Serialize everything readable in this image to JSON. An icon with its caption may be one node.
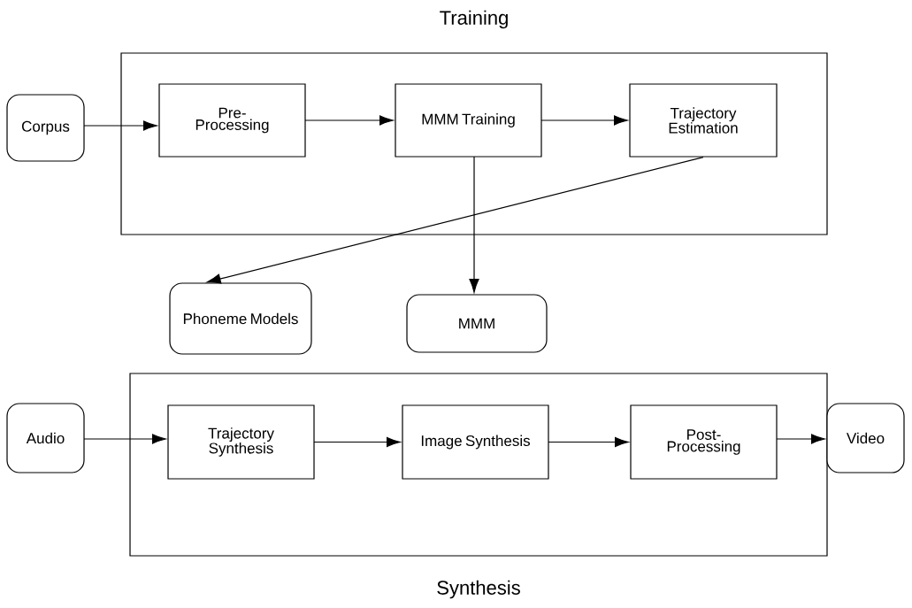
{
  "diagram": {
    "nodes": [
      {
        "text": [
          "Training"
        ]
      },
      {
        "text": [
          "Corpus"
        ]
      },
      {
        "text": [
          "Pre- Processing"
        ],
        "in": 0
      },
      {
        "text": [
          "MMM Training"
        ],
        "in": 0
      },
      {
        "text": [
          "Trajectory Estimation"
        ],
        "in": 0
      },
      {
        "text": [
          "Phoneme Models"
        ]
      },
      {
        "text": [
          "MMM"
        ]
      },
      {
        "text": [
          "Synthesis"
        ]
      },
      {
        "text": [
          "Audio"
        ]
      },
      {
        "text": [
          "Trajectory Synthesis"
        ],
        "in": 7
      },
      {
        "text": [
          "Image Synthesis"
        ],
        "in": 7
      },
      {
        "text": [
          "Post- Processing"
        ],
        "in": 7
      },
      {
        "text": [
          "Video"
        ]
      }
    ],
    "edges": [
      {
        "from": 1,
        "to": 2,
        "arrow": "to"
      },
      {
        "from": 2,
        "to": 3,
        "arrow": "to"
      },
      {
        "from": 3,
        "to": 4,
        "arrow": "to"
      },
      {
        "from": 4,
        "to": 5,
        "arrow": "to"
      },
      {
        "from": 3,
        "to": 6,
        "arrow": "to"
      },
      {
        "from": 8,
        "to": 9,
        "arrow": "to"
      },
      {
        "from": 9,
        "to": 10,
        "arrow": "to"
      },
      {
        "from": 10,
        "to": 11,
        "arrow": "to"
      },
      {
        "from": 11,
        "to": 12,
        "arrow": "to"
      }
    ]
  }
}
